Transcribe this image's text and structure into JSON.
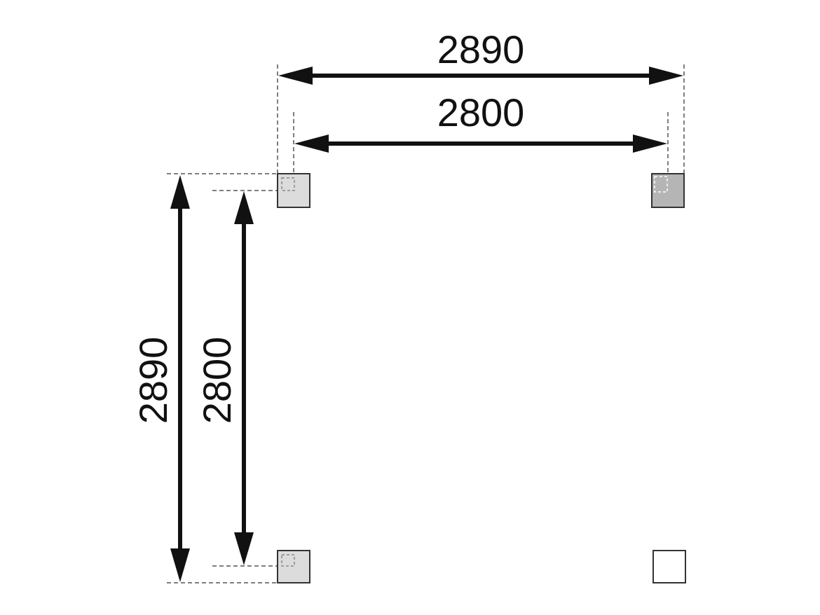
{
  "dimensions": {
    "top_outer": "2890",
    "top_inner": "2800",
    "left_outer": "2890",
    "left_inner": "2800"
  },
  "colors": {
    "line": "#111111",
    "post_light": "#dcdcdc",
    "post_dark": "#b5b5b5",
    "post_empty": "#ffffff"
  }
}
